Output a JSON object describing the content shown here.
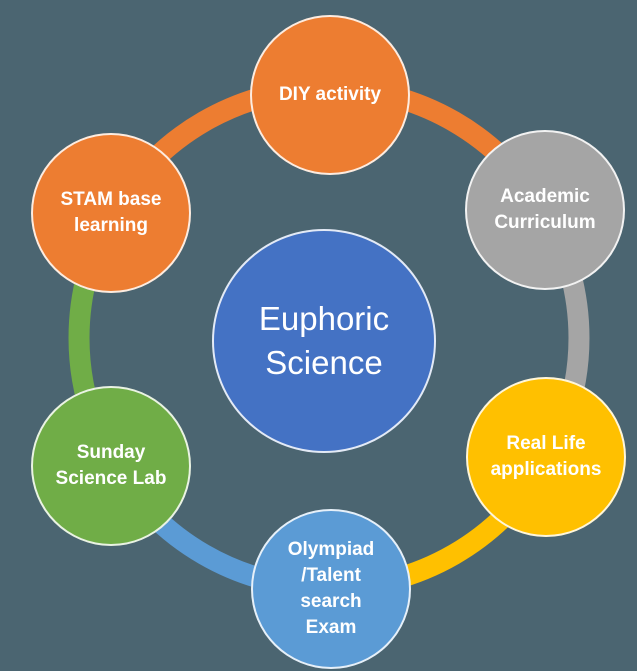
{
  "title": "Euphoric Science cycle diagram",
  "background_color": "#4B6571",
  "center": {
    "id": "euphoric-science",
    "lines": [
      "Euphoric",
      "Science"
    ],
    "color": "#4472C4",
    "text_color": "#FFFFFF"
  },
  "nodes": [
    {
      "id": "diy-activity",
      "lines": [
        "DIY activity"
      ],
      "color": "#ED7D31"
    },
    {
      "id": "academic-curriculum",
      "lines": [
        "Academic",
        "Curriculum"
      ],
      "color": "#A5A5A5"
    },
    {
      "id": "real-life-applications",
      "lines": [
        "Real Life",
        "applications"
      ],
      "color": "#FFC000"
    },
    {
      "id": "olympiad-talent-search-exam",
      "lines": [
        "Olympiad",
        "/Talent",
        "search",
        "Exam"
      ],
      "color": "#5B9BD5"
    },
    {
      "id": "sunday-science-lab",
      "lines": [
        "Sunday",
        "Science Lab"
      ],
      "color": "#70AD47"
    },
    {
      "id": "stam-base-learning",
      "lines": [
        "STAM base",
        "learning"
      ],
      "color": "#ED7D31"
    }
  ],
  "arcs": [
    {
      "from": "diy-activity",
      "to": "academic-curriculum",
      "color": "#ED7D31"
    },
    {
      "from": "academic-curriculum",
      "to": "real-life-applications",
      "color": "#A5A5A5"
    },
    {
      "from": "real-life-applications",
      "to": "olympiad-talent-search-exam",
      "color": "#FFC000"
    },
    {
      "from": "olympiad-talent-search-exam",
      "to": "sunday-science-lab",
      "color": "#5B9BD5"
    },
    {
      "from": "sunday-science-lab",
      "to": "stam-base-learning",
      "color": "#70AD47"
    },
    {
      "from": "stam-base-learning",
      "to": "diy-activity",
      "color": "#ED7D31"
    }
  ]
}
